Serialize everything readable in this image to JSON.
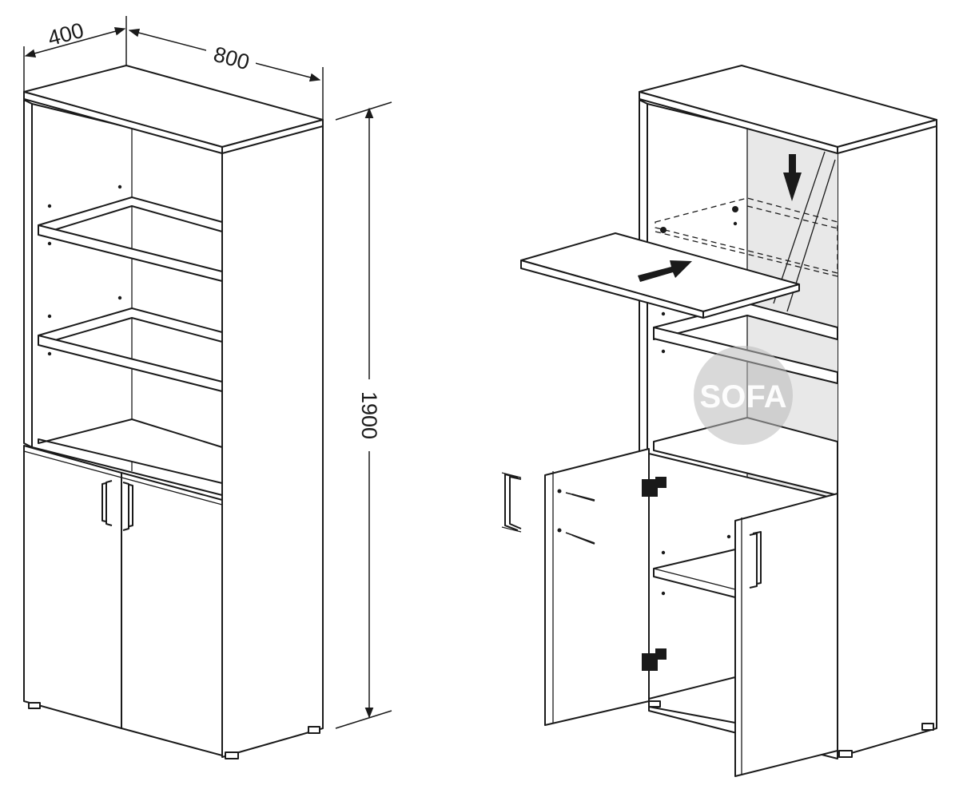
{
  "dimensions": {
    "depth": "400",
    "width": "800",
    "height": "1900"
  },
  "watermark": {
    "text": "SOFA"
  },
  "colors": {
    "line": "#1a1a1a",
    "panel": "#ffffff",
    "interior_shade": "#e8e8e8",
    "watermark": "#b9b9b9"
  },
  "icons": [
    "arrow-down-icon",
    "arrow-insert-icon",
    "hinge-icon",
    "screw-icon",
    "handle-icon"
  ]
}
